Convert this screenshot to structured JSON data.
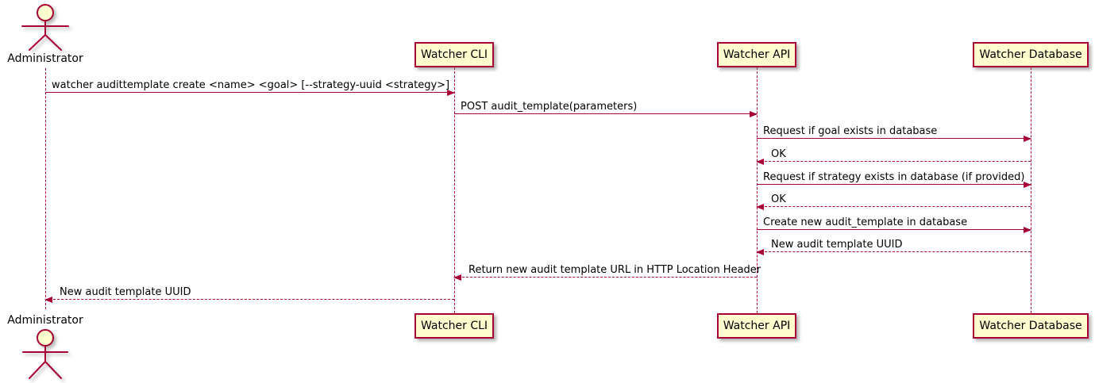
{
  "diagram_type": "uml-sequence-diagram",
  "colors": {
    "line": "#A80036",
    "participant_fill": "#FEFECE",
    "text": "#000000",
    "background": "#ffffff"
  },
  "participants": {
    "administrator": {
      "label": "Administrator",
      "type": "actor"
    },
    "cli": {
      "label": "Watcher CLI",
      "type": "participant"
    },
    "api": {
      "label": "Watcher API",
      "type": "participant"
    },
    "db": {
      "label": "Watcher Database",
      "type": "participant"
    }
  },
  "messages": [
    {
      "from": "Administrator",
      "to": "Watcher CLI",
      "style": "solid",
      "text": "watcher audittemplate create <name> <goal> [--strategy-uuid <strategy>]"
    },
    {
      "from": "Watcher CLI",
      "to": "Watcher API",
      "style": "solid",
      "text": "POST audit_template(parameters)"
    },
    {
      "from": "Watcher API",
      "to": "Watcher Database",
      "style": "solid",
      "text": "Request if goal exists in database"
    },
    {
      "from": "Watcher Database",
      "to": "Watcher API",
      "style": "dashed",
      "text": "OK"
    },
    {
      "from": "Watcher API",
      "to": "Watcher Database",
      "style": "solid",
      "text": "Request if strategy exists in database (if provided)"
    },
    {
      "from": "Watcher Database",
      "to": "Watcher API",
      "style": "dashed",
      "text": "OK"
    },
    {
      "from": "Watcher API",
      "to": "Watcher Database",
      "style": "solid",
      "text": "Create new audit_template in database"
    },
    {
      "from": "Watcher Database",
      "to": "Watcher API",
      "style": "dashed",
      "text": "New audit template UUID"
    },
    {
      "from": "Watcher API",
      "to": "Watcher CLI",
      "style": "dashed",
      "text": "Return new audit template URL in HTTP Location Header"
    },
    {
      "from": "Watcher CLI",
      "to": "Administrator",
      "style": "dashed",
      "text": "New audit template UUID"
    }
  ]
}
